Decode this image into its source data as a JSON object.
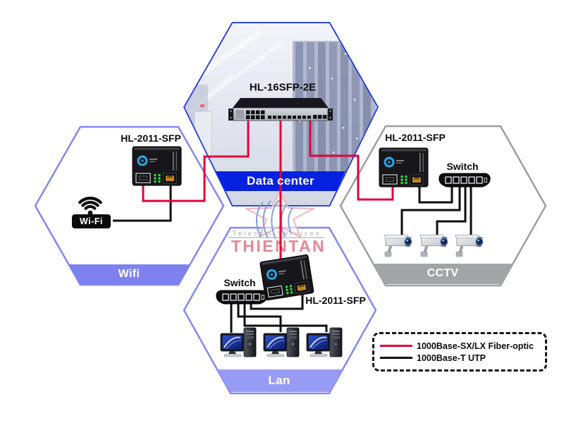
{
  "colors": {
    "fiber_optic_line": "#e4003c",
    "utp_line": "#0d0d0d",
    "datacenter_accent": "#1430e8",
    "wifi_lan_accent": "#8487f2",
    "cctv_accent": "#9c9ea2"
  },
  "zones": {
    "datacenter": {
      "banner_label": "Data center",
      "device_label": "HL-16SFP-2E"
    },
    "wifi": {
      "banner_label": "Wifi",
      "device_label": "HL-2011-SFP",
      "endpoint_label": "Wi-Fi"
    },
    "cctv": {
      "banner_label": "CCTV",
      "device_label": "HL-2011-SFP",
      "switch_label": "Switch"
    },
    "lan": {
      "banner_label": "Lan",
      "device_label": "HL-2011-SFP",
      "switch_label": "Switch"
    }
  },
  "legend": {
    "items": [
      {
        "label": "1000Base-SX/LX Fiber-optic",
        "color": "#e4003c"
      },
      {
        "label": "1000Base-T UTP",
        "color": "#0d0d0d"
      }
    ]
  },
  "watermark": {
    "line1": "Telecom Services",
    "line2": "THIENTAN"
  }
}
